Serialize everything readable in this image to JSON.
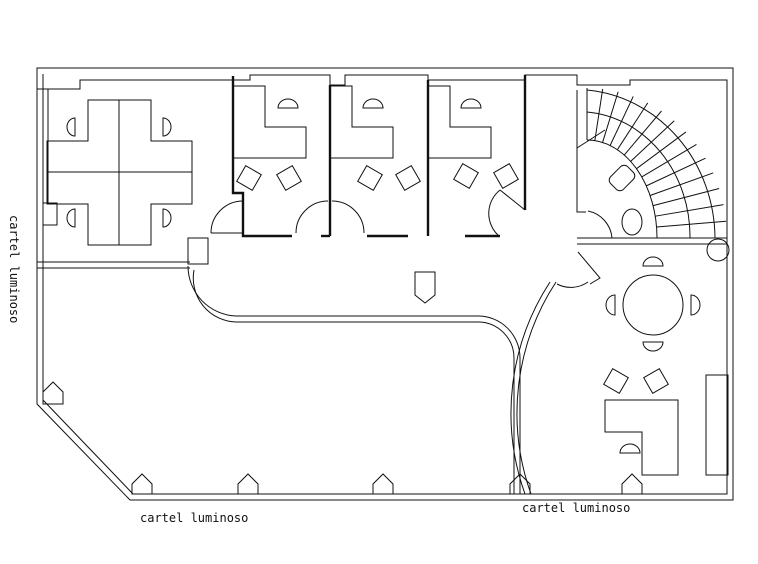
{
  "labels": {
    "sign_left": "cartel luminoso",
    "sign_bottom": "cartel luminoso",
    "sign_bottom_right": "cartel luminoso"
  },
  "colors": {
    "line": "#111111",
    "background": "#ffffff"
  }
}
